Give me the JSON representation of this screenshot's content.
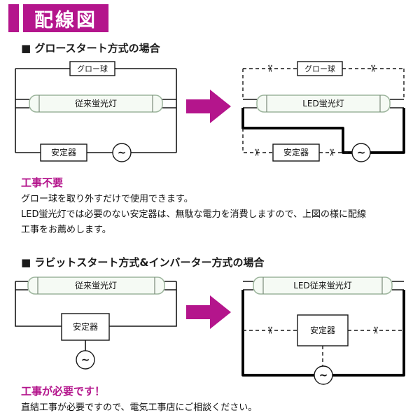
{
  "colors": {
    "accent": "#b4158c"
  },
  "symbols": {
    "ac": "~",
    "cut": "✂"
  },
  "header": {
    "title": "配線図"
  },
  "section1": {
    "heading": "■ グロースタート方式の場合",
    "left": {
      "glow": "グロー球",
      "tube": "従来蛍光灯",
      "ballast": "安定器"
    },
    "right": {
      "glow": "グロー球",
      "tube": "LED蛍光灯",
      "ballast": "安定器"
    },
    "note_title": "工事不要",
    "note_lines": [
      "グロー球を取り外すだけで使用できます。",
      "LED蛍光灯では必要のない安定器は、無駄な電力を消費しますので、上図の様に配線",
      "工事をお薦めします。"
    ]
  },
  "section2": {
    "heading": "■ ラビットスタート方式&インバーター方式の場合",
    "left": {
      "tube": "従来蛍光灯",
      "ballast": "安定器"
    },
    "right": {
      "tube": "LED従来蛍光灯",
      "ballast": "安定器"
    },
    "note_title": "工事が必要です！",
    "note_lines": [
      "直結工事が必要ですので、電気工事店にご相談ください。"
    ]
  }
}
